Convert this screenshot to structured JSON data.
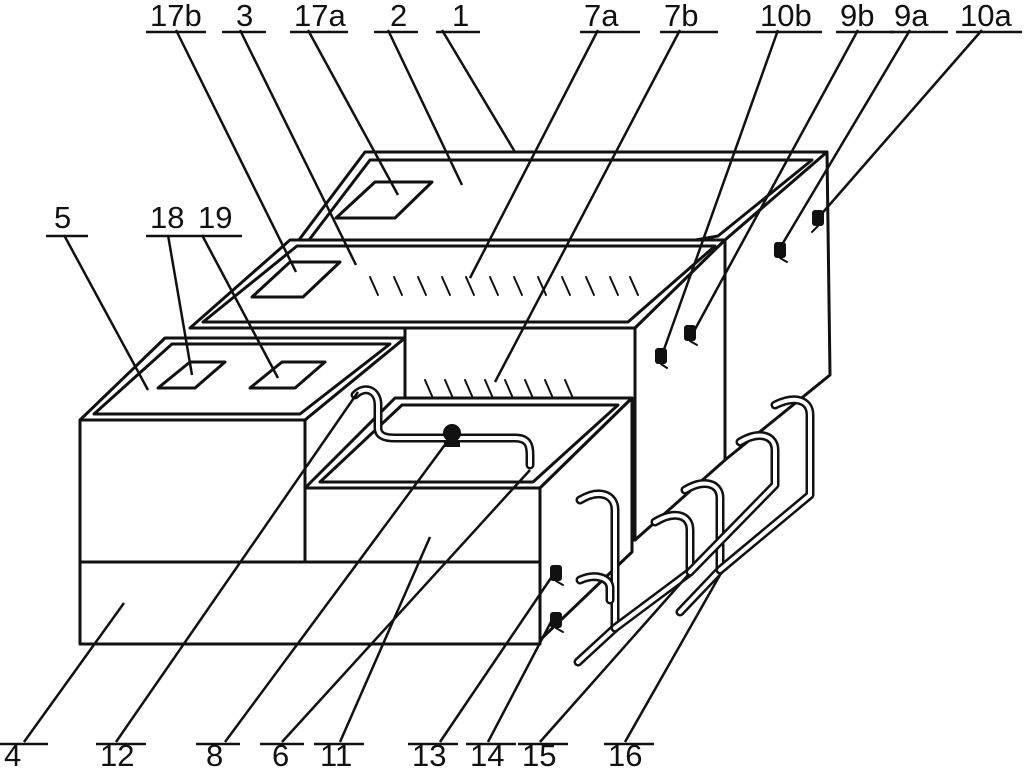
{
  "labels": [
    {
      "id": "l1",
      "text": "1"
    },
    {
      "id": "l2",
      "text": "2"
    },
    {
      "id": "l3",
      "text": "3"
    },
    {
      "id": "l4",
      "text": "4"
    },
    {
      "id": "l5",
      "text": "5"
    },
    {
      "id": "l6",
      "text": "6"
    },
    {
      "id": "l7a",
      "text": "7a"
    },
    {
      "id": "l7b",
      "text": "7b"
    },
    {
      "id": "l8",
      "text": "8"
    },
    {
      "id": "l9a",
      "text": "9a"
    },
    {
      "id": "l9b",
      "text": "9b"
    },
    {
      "id": "l10a",
      "text": "10a"
    },
    {
      "id": "l10b",
      "text": "10b"
    },
    {
      "id": "l11",
      "text": "11"
    },
    {
      "id": "l12",
      "text": "12"
    },
    {
      "id": "l13",
      "text": "13"
    },
    {
      "id": "l14",
      "text": "14"
    },
    {
      "id": "l15",
      "text": "15"
    },
    {
      "id": "l16",
      "text": "16"
    },
    {
      "id": "l17a",
      "text": "17a"
    },
    {
      "id": "l17b",
      "text": "17b"
    },
    {
      "id": "l18",
      "text": "18"
    },
    {
      "id": "l19",
      "text": "19"
    }
  ]
}
